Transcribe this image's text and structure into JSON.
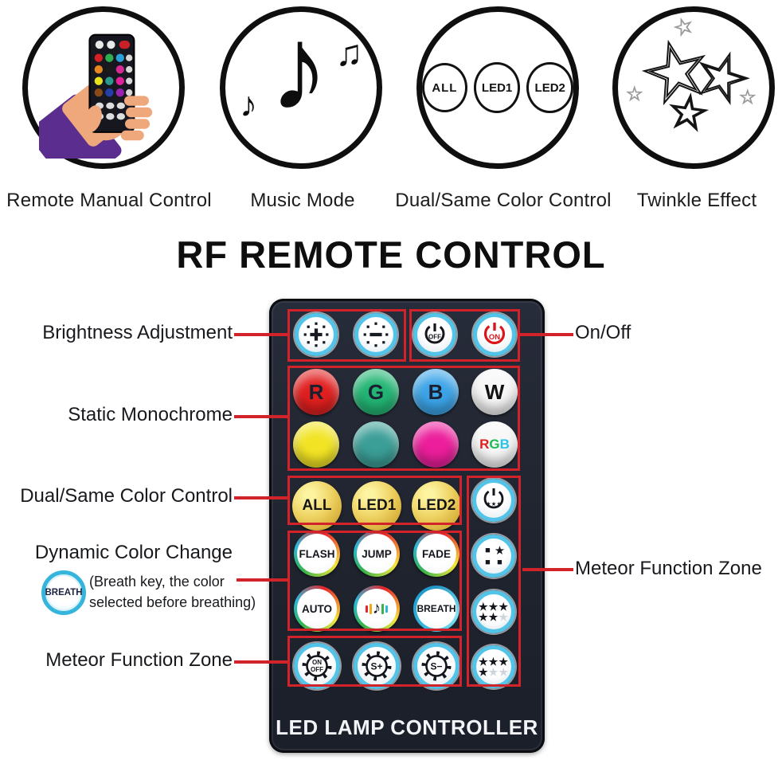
{
  "features": [
    {
      "label": "Remote Manual Control"
    },
    {
      "label": "Music Mode"
    },
    {
      "label": "Dual/Same Color Control",
      "circles": [
        "ALL",
        "LED1",
        "LED2"
      ]
    },
    {
      "label": "Twinkle Effect"
    }
  ],
  "title": "RF REMOTE CONTROL",
  "annotations": {
    "brightness": "Brightness Adjustment",
    "onoff": "On/Off",
    "static_mono": "Static Monochrome",
    "dual": "Dual/Same Color Control",
    "dynamic": "Dynamic Color Change",
    "breath_key": "BREATH",
    "breath_note_1": "(Breath key, the color",
    "breath_note_2": "selected before breathing)",
    "meteor_left": "Meteor Function Zone",
    "meteor_right": "Meteor Function Zone"
  },
  "remote": {
    "brightness_up": "+",
    "brightness_down": "−",
    "power_off": "OFF",
    "power_on": "ON",
    "color_r": "R",
    "color_g": "G",
    "color_b": "B",
    "color_w": "W",
    "rgb": {
      "r": "R",
      "g": "G",
      "b": "B"
    },
    "all": "ALL",
    "led1": "LED1",
    "led2": "LED2",
    "flash": "FLASH",
    "jump": "JUMP",
    "fade": "FADE",
    "auto": "AUTO",
    "music_note": "♪",
    "breath": "BREATH",
    "meteor_onoff_line1": "ON",
    "meteor_onoff_line2": "OFF",
    "speed_plus": "S+",
    "speed_minus": "S−",
    "power_star_stars": "★★★",
    "square1": "■",
    "square_star": "★",
    "square2": "■",
    "square3": "■",
    "stars5_line1": "★★★",
    "stars5_line2": "★★",
    "stars5_faint": "★",
    "stars4_line1": "★★★",
    "stars4_line2": "★",
    "stars4_faint": "★★",
    "footer": "LED LAMP CONTROLLER"
  },
  "colors": {
    "annotation_red": "#d2232a",
    "remote_body": "#20242f",
    "ring_blue": "#53c4e7",
    "btn_red": "#e11f1f",
    "btn_green": "#22b573",
    "btn_blue": "#3ba4e8",
    "btn_white": "#f7f7f7",
    "btn_yellow": "#f2e424",
    "btn_teal": "#3b9e97",
    "btn_pink": "#ec1e9b",
    "gold": "#e7c54b",
    "rgb_r": "#e02020",
    "rgb_g": "#1db954",
    "rgb_b": "#28c4e8"
  }
}
